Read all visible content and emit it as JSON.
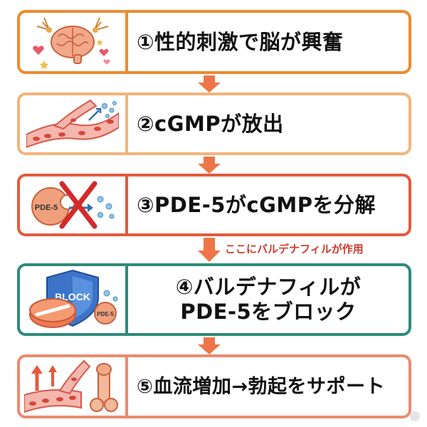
{
  "colors": {
    "orange": "#ef8a2e",
    "light_orange": "#f4b47a",
    "red_orange": "#e45a3c",
    "teal": "#2e8b7a",
    "salmon": "#ec8a6e",
    "arrow": "#ee7547",
    "note_red": "#d23a2f"
  },
  "steps": [
    {
      "text": "①性的刺激で脳が興奮",
      "icon": "brain-icon"
    },
    {
      "text": "②cGMPが放出",
      "icon": "blood-vessel-icon"
    },
    {
      "text": "③PDE-5がcGMPを分解",
      "icon": "pde5-breakdown-icon",
      "icon_label": "PDE-5"
    },
    {
      "text": "④バルデナフィルが\nPDE-5をブロック",
      "icon": "pill-shield-icon",
      "shield_label": "BLOCK",
      "icon_label": "PDE-5"
    },
    {
      "text": "⑤血流増加→勃起をサポート",
      "icon": "blood-flow-icon"
    }
  ],
  "note": "ここにバルデナフィルが作用"
}
